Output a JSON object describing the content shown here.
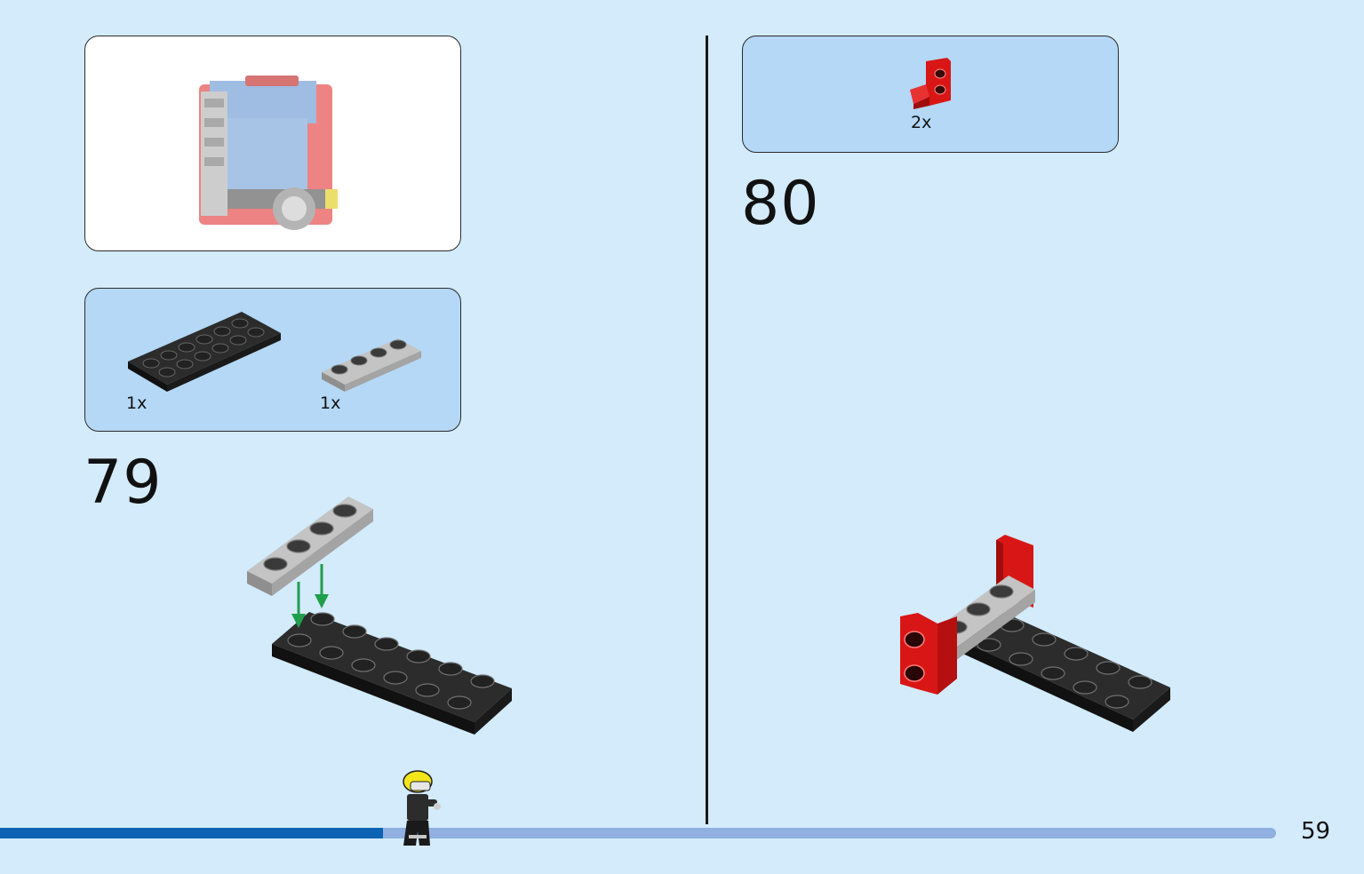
{
  "left_page": {
    "step_number": "79",
    "parts": [
      {
        "name": "black plate 2x6",
        "quantity": "1x",
        "color": "#1c1c1c"
      },
      {
        "name": "light gray plate 1x4",
        "quantity": "1x",
        "color": "#a6a6a6"
      }
    ],
    "assembly_arrow_color": "#1f9e4c"
  },
  "right_page": {
    "step_number": "80",
    "parts": [
      {
        "name": "red bracket 1x2 - 2x2",
        "quantity": "2x",
        "color": "#d91616"
      }
    ]
  },
  "footer": {
    "page_number": "59",
    "progress_fraction": 0.3,
    "progress_color": "#0c63b4",
    "track_color": "#8fb0e0"
  },
  "colors": {
    "background": "#d3ebfb",
    "parts_panel": "#b4d8f6"
  },
  "icons": [
    "fire-truck-cab-preview",
    "firefighter-minifigure-icon"
  ]
}
